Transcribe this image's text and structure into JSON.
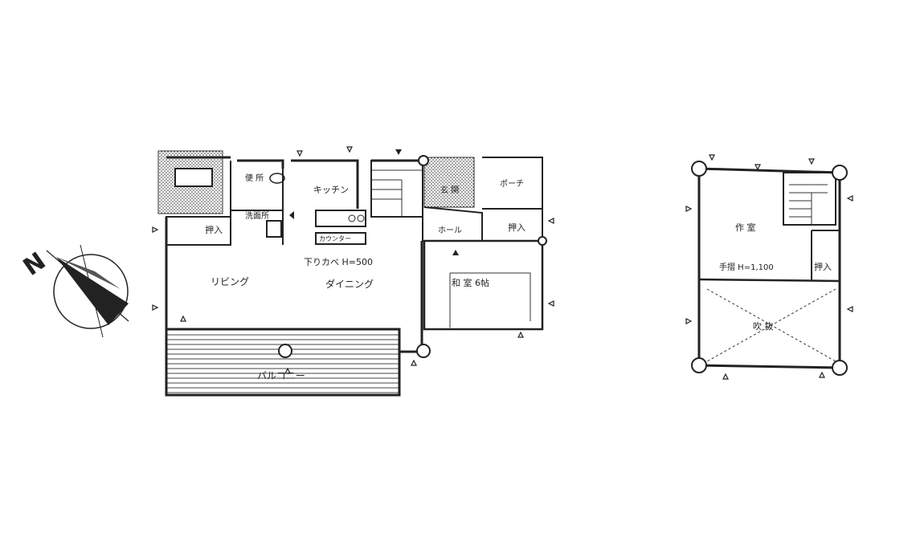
{
  "compass": {
    "north_label": "N"
  },
  "floor1": {
    "rooms": {
      "toilet": "便 所",
      "kitchen": "キッチン",
      "washroom": "洗面所",
      "storage_left": "押入",
      "counter": "カウンター",
      "ceiling_note": "下りカベ H=500",
      "living": "リビング",
      "dining": "ダイニング",
      "entrance": "玄 関",
      "porch": "ポーチ",
      "hall": "ホール",
      "storage_right": "押入",
      "japanese_room": "和 室 6帖",
      "balcony": "バルコニー"
    }
  },
  "floor2": {
    "rooms": {
      "study": "作 室",
      "handrail_note": "手摺 H=1,100",
      "storage": "押入",
      "void": "吹 抜"
    }
  }
}
